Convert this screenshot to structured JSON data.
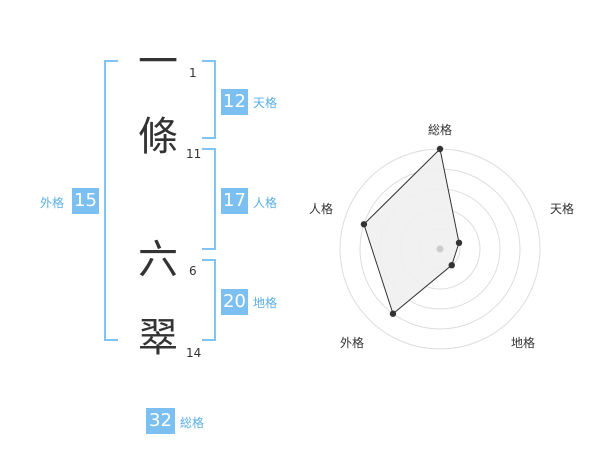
{
  "name": {
    "chars": [
      {
        "char": "一",
        "strokes": "1"
      },
      {
        "char": "條",
        "strokes": "11"
      },
      {
        "char": "六",
        "strokes": "6"
      },
      {
        "char": "翠",
        "strokes": "14"
      }
    ]
  },
  "kakusu": {
    "tenkaku": {
      "value": "12",
      "label": "天格"
    },
    "jinkaku": {
      "value": "17",
      "label": "人格"
    },
    "chikaku": {
      "value": "20",
      "label": "地格"
    },
    "gaikaku": {
      "value": "15",
      "label": "外格"
    },
    "soukaku": {
      "value": "32",
      "label": "総格"
    }
  },
  "radar": {
    "axes": [
      "総格",
      "天格",
      "地格",
      "外格",
      "人格"
    ],
    "levels": 5,
    "values": [
      5,
      1,
      1,
      4,
      4
    ],
    "colors": {
      "fill": "#efefef",
      "line": "#333333",
      "ring": "#dddddd",
      "point": "#333333",
      "center": "#cccccc"
    }
  },
  "colors": {
    "accent": "#7cc0f2",
    "bracket": "#80c4f6",
    "label": "#59aee8"
  }
}
